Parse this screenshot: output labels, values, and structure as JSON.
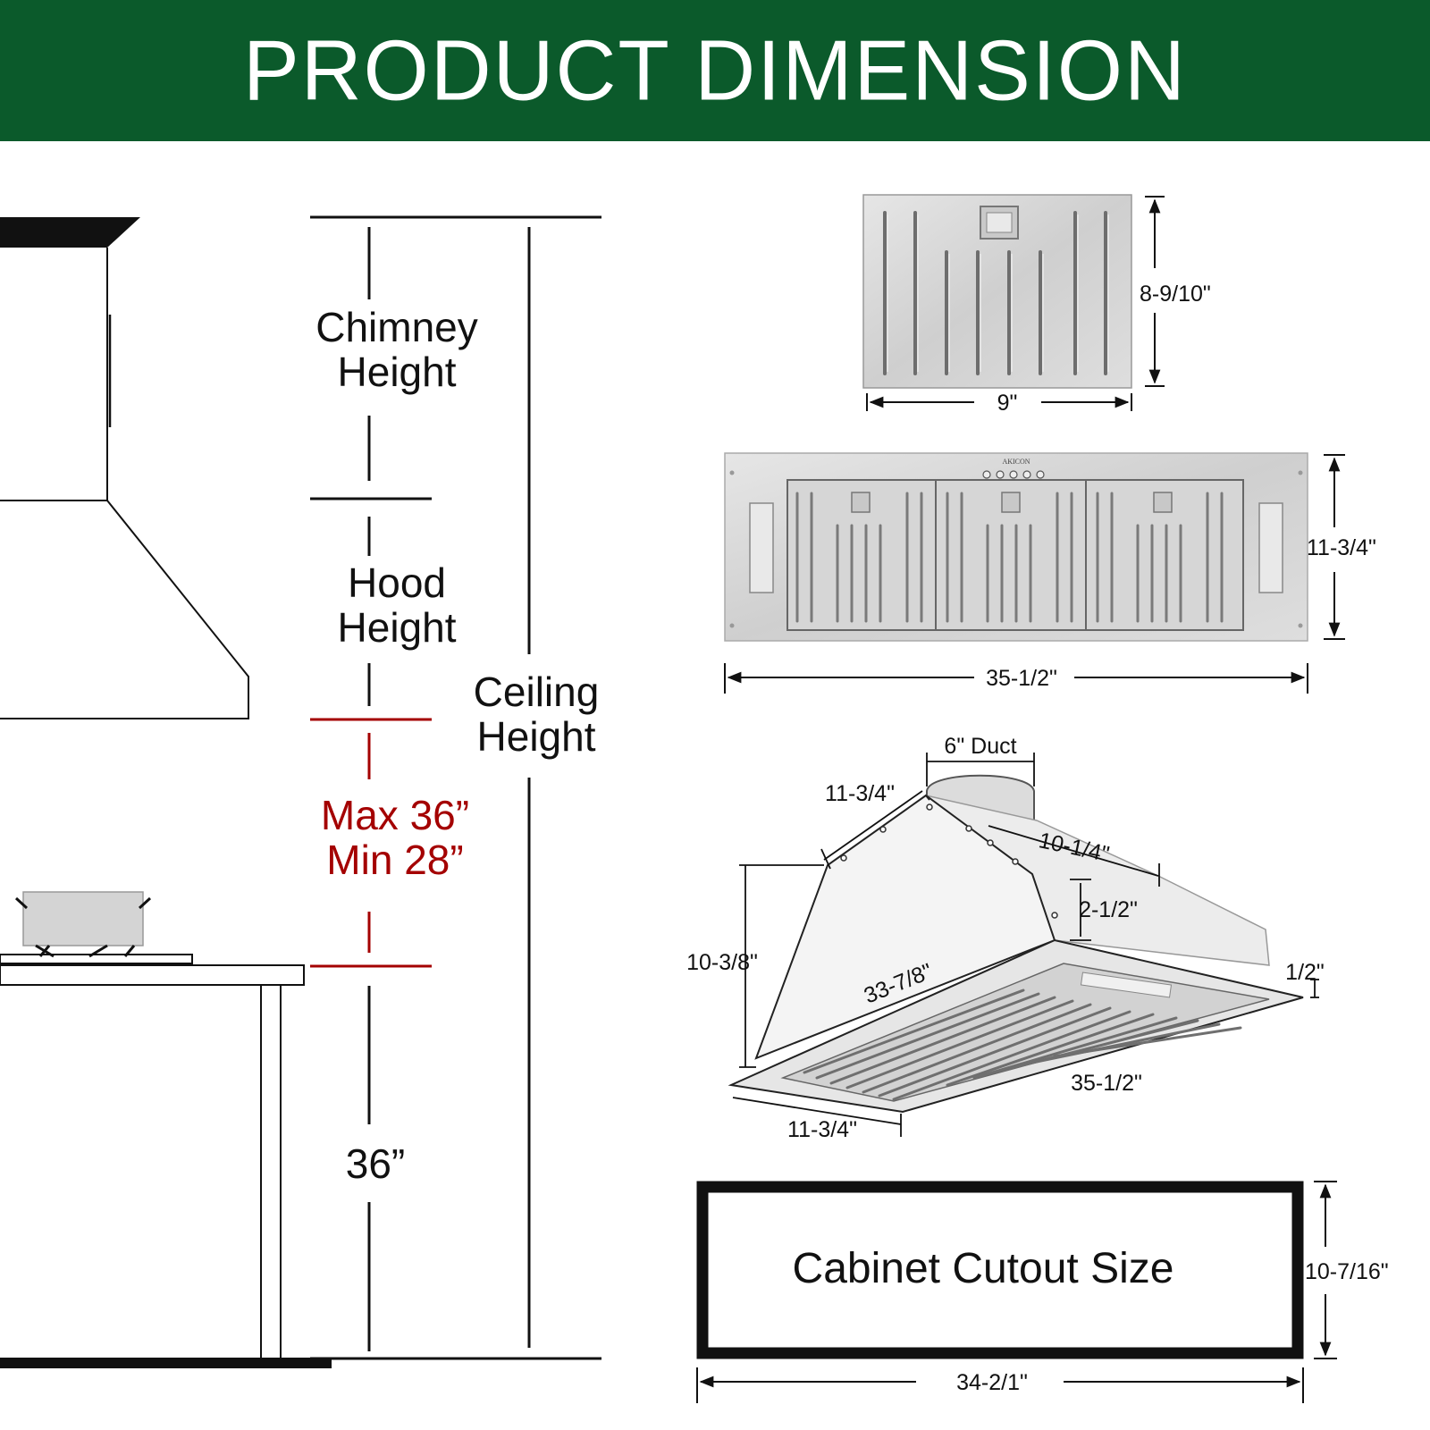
{
  "header": {
    "title": "PRODUCT DIMENSION"
  },
  "colors": {
    "header_bg": "#0b5a2b",
    "accent_red": "#a40000",
    "line": "#111111",
    "steel": "#d9d9d9"
  },
  "left_diagram": {
    "chimney_height": [
      "Chimney",
      "Height"
    ],
    "hood_height": [
      "Hood",
      "Height"
    ],
    "ceiling_height": [
      "Ceiling",
      "Height"
    ],
    "clearance": [
      "Max 36”",
      "Min 28”"
    ],
    "counter_height": "36”"
  },
  "filter": {
    "height": "8-9/10\"",
    "width": "9\""
  },
  "front_view": {
    "height": "11-3/4\"",
    "width": "35-1/2\"",
    "brand": "AKICON"
  },
  "iso_view": {
    "duct": "6\" Duct",
    "top_depth": "11-3/4\"",
    "top_width": "10-1/4\"",
    "lip_height": "2-1/2\"",
    "total_height": "10-3/8\"",
    "body_width": "33-7/8\"",
    "flange": "1/2\"",
    "bottom_width": "35-1/2\"",
    "bottom_depth": "11-3/4\""
  },
  "cutout": {
    "label": "Cabinet Cutout Size",
    "height": "10-7/16\"",
    "width": "34-2/1\""
  }
}
